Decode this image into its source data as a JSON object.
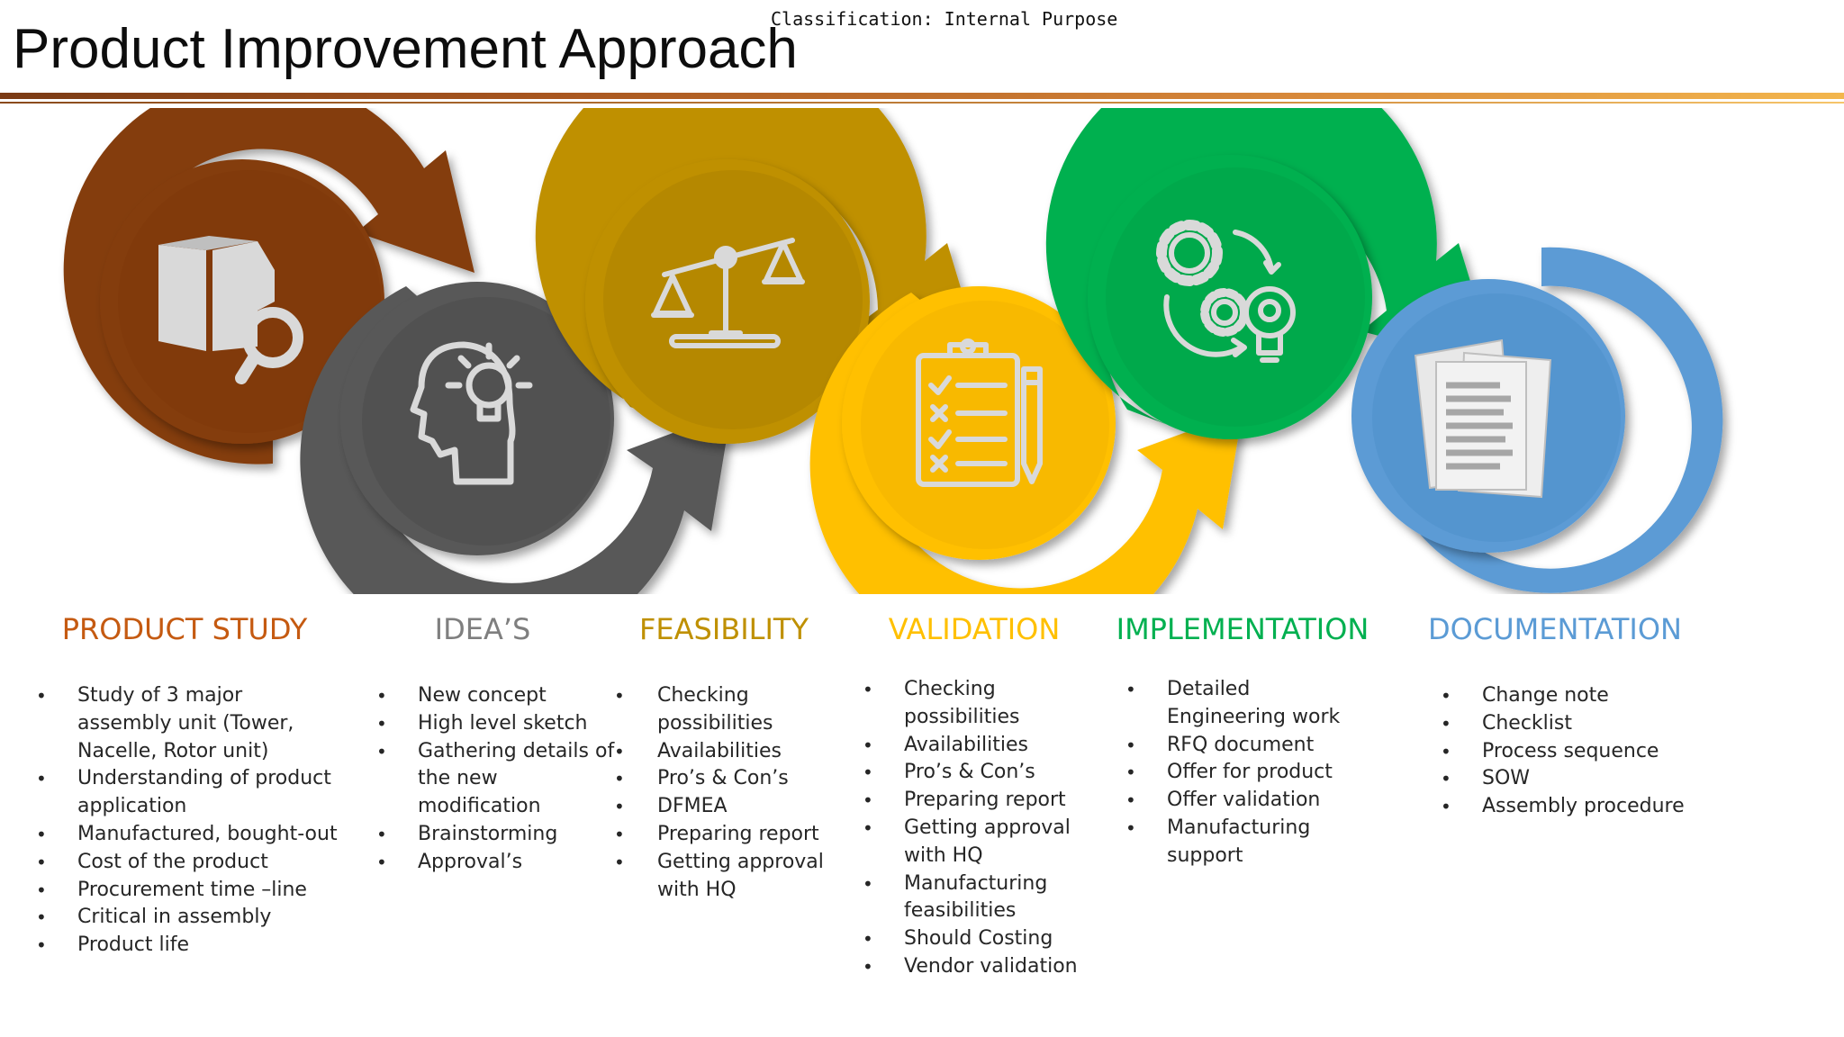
{
  "header": {
    "title": "Product Improvement Approach",
    "classification": "Classification: Internal Purpose"
  },
  "colors": {
    "brown": "#843C0C",
    "gray": "#595959",
    "olive": "#BF9000",
    "yellow": "#FFC000",
    "green": "#00B050",
    "blue": "#5B9BD5"
  },
  "stages": [
    {
      "title": "PRODUCT STUDY",
      "color": "#C55A11",
      "icon": "box-magnifier-icon",
      "items": [
        "Study of 3 major assembly unit (Tower, Nacelle, Rotor unit)",
        "Understanding of product application",
        "Manufactured, bought-out",
        "Cost of the product",
        "Procurement time –line",
        "Critical in assembly",
        "Product life"
      ]
    },
    {
      "title": "IDEA’S",
      "color": "#7F7F7F",
      "icon": "head-lightbulb-icon",
      "items": [
        "New concept",
        "High level sketch",
        "Gathering details of the new modification",
        "Brainstorming",
        "Approval’s"
      ]
    },
    {
      "title": "FEASIBILITY",
      "color": "#BF9000",
      "icon": "balance-scale-icon",
      "items": [
        "Checking possibilities",
        "Availabilities",
        "Pro’s & Con’s",
        "DFMEA",
        "Preparing report",
        "Getting approval with HQ"
      ]
    },
    {
      "title": "VALIDATION",
      "color": "#FFC000",
      "icon": "clipboard-checklist-icon",
      "items": [
        "Checking possibilities",
        "Availabilities",
        "Pro’s & Con’s",
        "Preparing report",
        "Getting approval with HQ",
        "Manufacturing feasibilities",
        "Should Costing",
        "Vendor validation"
      ]
    },
    {
      "title": "IMPLEMENTATION",
      "color": "#00B050",
      "icon": "gears-lightbulb-icon",
      "items": [
        "Detailed Engineering work",
        "RFQ document",
        "Offer for product",
        "Offer validation",
        "Manufacturing support"
      ]
    },
    {
      "title": "DOCUMENTATION",
      "color": "#5B9BD5",
      "icon": "documents-icon",
      "items": [
        "Change note",
        "Checklist",
        "Process sequence",
        "SOW",
        "Assembly procedure"
      ]
    }
  ]
}
